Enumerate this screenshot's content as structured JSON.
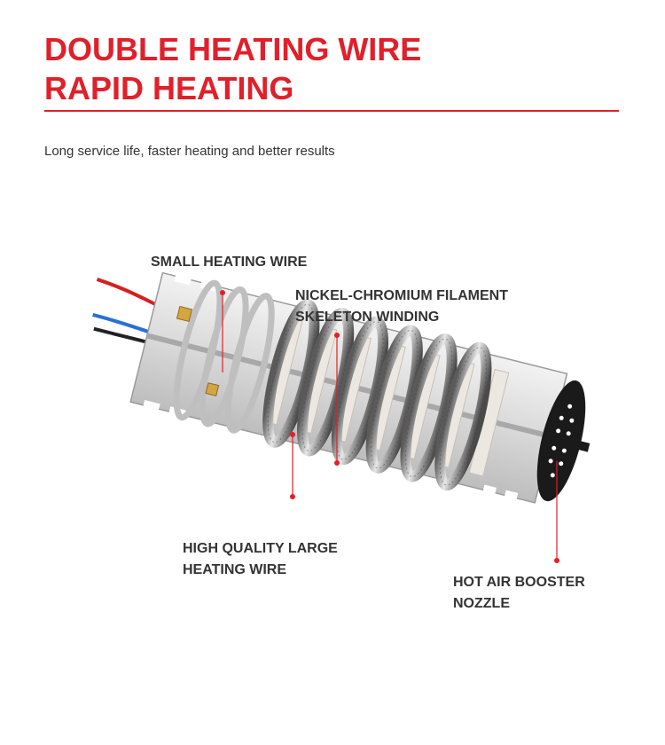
{
  "header": {
    "title_line1": "DOUBLE HEATING WIRE",
    "title_line2": "RAPID HEATING",
    "subtitle": "Long service life, faster heating and better results"
  },
  "callouts": {
    "small_heating_wire": "SMALL HEATING WIRE",
    "nichrome_line1": "NICKEL-CHROMIUM FILAMENT",
    "nichrome_line2": "SKELETON WINDING",
    "large_wire_line1": "HIGH QUALITY LARGE",
    "large_wire_line2": "HEATING WIRE",
    "nozzle_line1": "HOT AIR BOOSTER",
    "nozzle_line2": "NOZZLE"
  },
  "colors": {
    "accent": "#e0202a",
    "text": "#333333"
  }
}
